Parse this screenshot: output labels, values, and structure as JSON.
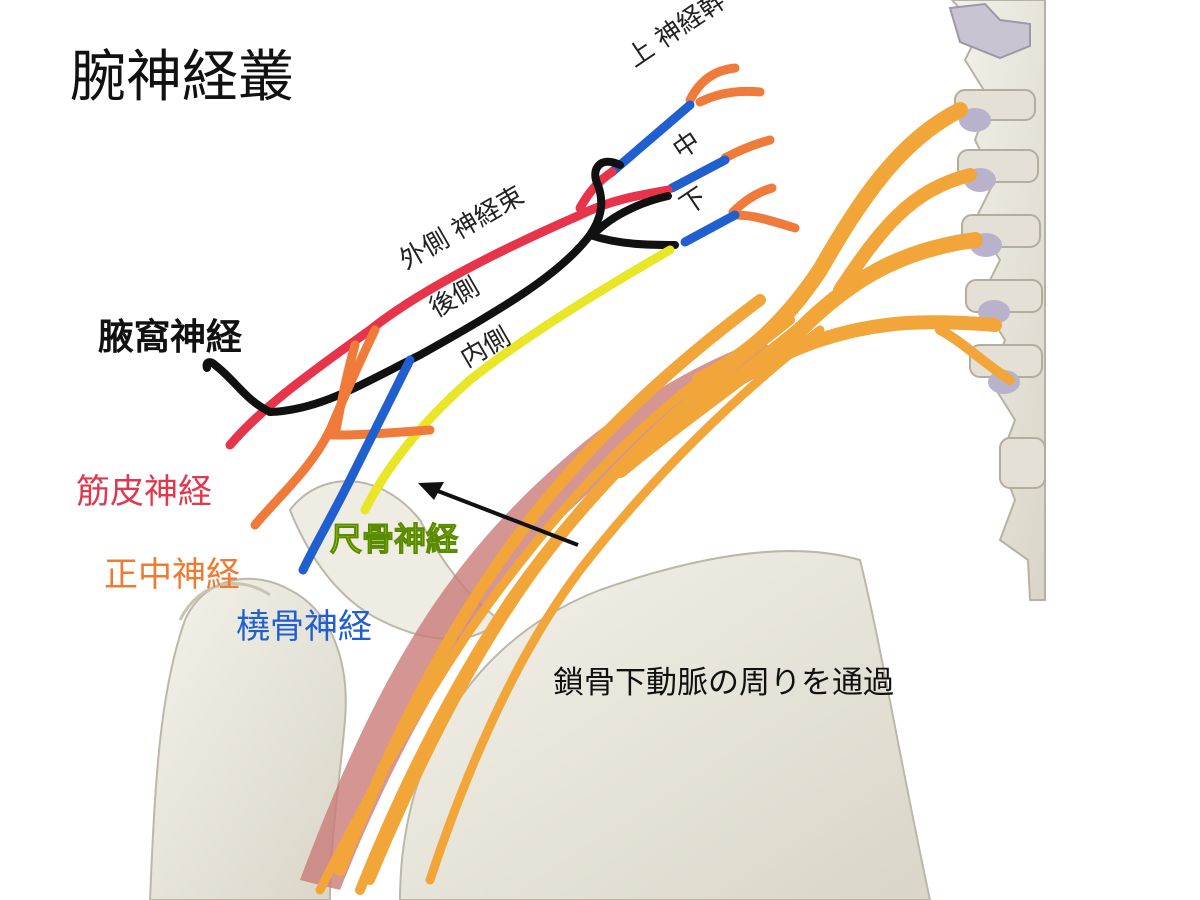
{
  "title": "腕神経叢",
  "trunks": {
    "upper": "上 神経幹",
    "middle": "中",
    "lower": "下"
  },
  "cords": {
    "lateral": "外側 神経束",
    "posterior": "後側",
    "medial": "内側"
  },
  "nerves": {
    "axillary": "腋窩神経",
    "musculocutaneous": "筋皮神経",
    "median": "正中神経",
    "radial": "橈骨神経",
    "ulnar": "尺骨神経"
  },
  "annotation": "鎖骨下動脈の周りを通過",
  "colors": {
    "red": "#e8344a",
    "orange": "#f07a3a",
    "blue": "#1f5fd0",
    "black": "#111111",
    "yellow": "#e8e626",
    "nerve_orange": "#f2a63a",
    "bone": "#ece9df",
    "artery": "#c97a78"
  }
}
